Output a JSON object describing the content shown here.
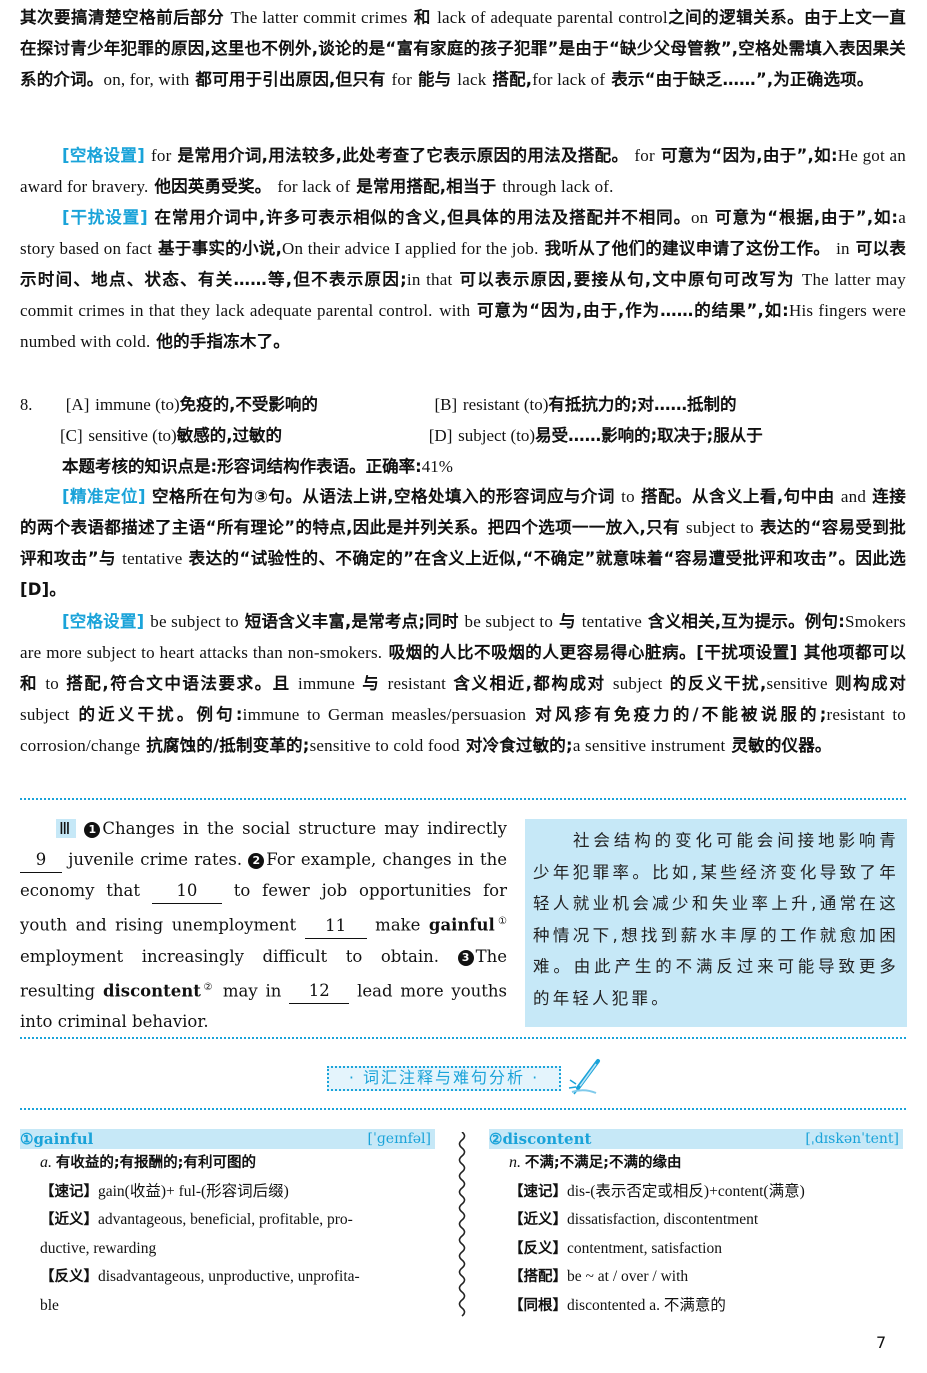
{
  "intro_paragraph": {
    "s1_zh": "其次要搞清楚空格前后部分",
    "s1_en1": "The latter commit crimes",
    "s1_zh2": "和",
    "s1_en2": "lack of adequate parental control",
    "s1_zh3": "之间的逻辑关系。由于上文一直在探讨青少年犯罪的原因,这里也不例外,谈论的是“富有家庭的孩子犯罪”是由于“缺少父母管教”,空格处需填入表因果关系的介词。",
    "s1_en3": "on, for, with",
    "s1_zh4": "都可用于引出原因,但只有",
    "s1_en4": "for",
    "s1_zh5": "能与",
    "s1_en5": "lack",
    "s1_zh6": "搭配,",
    "s1_en6": "for lack of",
    "s1_zh7": "表示“由于缺乏……”,为正确选项。"
  },
  "q7_blank_setting": {
    "tag": "[空格设置]",
    "p1_en": "for",
    "p1_zh": "是常用介词,用法较多,此处考查了它表示原因的用法及搭配。",
    "p2_en": "for",
    "p2_zh": "可意为“因为,由于”,如:",
    "p3_en": "He got an award for bravery.",
    "p3_zh": "他因英勇受奖。",
    "p4_en": "for lack of",
    "p4_zh": "是常用搭配,相当于",
    "p5_en": "through lack of."
  },
  "q7_distractor_setting": {
    "tag": "[干扰设置]",
    "a_zh": "在常用介词中,许多可表示相似的含义,但具体的用法及搭配并不相同。",
    "b_en": "on",
    "b_zh": "可意为“根据,由于”,如:",
    "c_en": "a story based on fact",
    "c_zh": "基于事实的小说,",
    "d_en": "On their advice I applied for the job.",
    "d_zh": "我听从了他们的建议申请了这份工作。",
    "e_en": "in",
    "e_zh": "可以表示时间、地点、状态、有关……等,但不表示原因;",
    "f_en": "in that",
    "f_zh": "可以表示原因,要接从句,文中原句可改写为",
    "g_en": "The latter may commit crimes in that they lack adequate parental control.",
    "h_en": "with",
    "h_zh": "可意为“因为,由于,作为……的结果”,如:",
    "i_en": "His fingers were numbed with cold.",
    "i_zh": "他的手指冻木了。"
  },
  "question8": {
    "number": "8.",
    "options": [
      {
        "label": "[A]",
        "word": "immune (to)",
        "meaning": "免疫的,不受影响的"
      },
      {
        "label": "[B]",
        "word": "resistant (to)",
        "meaning": "有抵抗力的;对……抵制的"
      },
      {
        "label": "[C]",
        "word": "sensitive (to)",
        "meaning": "敏感的,过敏的"
      },
      {
        "label": "[D]",
        "word": "subject (to)",
        "meaning": "易受……影响的;取决于;服从于"
      }
    ],
    "knowledge_point": "本题考核的知识点是:形容词结构作表语。正确率:",
    "accuracy": "41%"
  },
  "q8_locate": {
    "tag": "[精准定位]",
    "a_zh": "空格所在句为③句。从语法上讲,空格处填入的形容词应与介词",
    "b_en": "to",
    "c_zh": "搭配。从含义上看,句中由",
    "d_en": "and",
    "e_zh": "连接的两个表语都描述了主语“所有理论”的特点,因此是并列关系。把四个选项一一放入,只有",
    "f_en": "subject to",
    "g_zh": "表达的“容易受到批评和攻击”与",
    "h_en": "tentative",
    "i_zh": "表达的“试验性的、不确定的”在含义上近似,“不确定”就意味着“容易遭受批评和攻击”。因此选[D]。"
  },
  "q8_blank_setting": {
    "tag": "[空格设置]",
    "a_en": "be subject to",
    "b_zh": "短语含义丰富,是常考点;同时",
    "c_en": "be subject to",
    "d_zh": "与",
    "e_en": "tentative",
    "f_zh": "含义相关,互为提示。例句:",
    "g_en": "Smokers are more subject to heart attacks than non-smokers.",
    "h_zh": "吸烟的人比不吸烟的人更容易得心脏病。[干扰项设置] 其他项都可以和",
    "i_en": "to",
    "j_zh": "搭配,符合文中语法要求。且",
    "k_en": "immune",
    "l_zh": "与",
    "m_en": "resistant",
    "n_zh": "含义相近,都构成对",
    "o_en": "subject",
    "p_zh": "的反义干扰,",
    "q_en": "sensitive",
    "r_zh": "则构成对",
    "s_en": "subject",
    "t_zh": "的近义干扰。例句:",
    "u_en": "immune to German measles/persuasion",
    "v_zh": "对风疹有免疫力的/不能被说服的;",
    "w_en": "resistant to corrosion/change",
    "x_zh": "抗腐蚀的/抵制变革的;",
    "y_en": "sensitive to cold food",
    "z_zh": "对冷食过敏的;",
    "aa_en": "a sensitive instrument",
    "ab_zh": "灵敏的仪器。"
  },
  "passage": {
    "section_label": "Ⅲ",
    "s1_num": "1",
    "s1_a": "Changes in the social structure may indirectly",
    "blank9": "9",
    "s1_b": "juvenile crime rates.",
    "s2_num": "2",
    "s2_a": "For example, changes in the economy that",
    "blank10": "10",
    "s2_b": "to fewer job opportunities for youth and rising unemployment",
    "blank11": "11",
    "s2_c": "make",
    "s2_bold": "gainful",
    "s2_sup": "①",
    "s2_d": "employment increasingly difficult to obtain.",
    "s3_num": "3",
    "s3_a": "The resulting",
    "s3_bold": "discontent",
    "s3_sup": "②",
    "s3_b": "may in",
    "blank12": "12",
    "s3_c": "lead more youths into criminal behavior."
  },
  "translation": "社会结构的变化可能会间接地影响青少年犯罪率。比如,某些经济变化导致了年轻人就业机会减少和失业率上升,通常在这种情况下,想找到薪水丰厚的工作就愈加困难。由此产生的不满反过来可能导致更多的年轻人犯罪。",
  "section_title": "· 词汇注释与难句分析 ·",
  "vocab": [
    {
      "headword": "①gainful",
      "ipa": "[ˈɡeɪnfəl]",
      "lines": [
        {
          "pos": "a.",
          "zh": "有收益的;有报酬的;有利可图的"
        },
        {
          "tag": "【速记】",
          "text": "gain(收益)+ ful-(形容词后缀)"
        },
        {
          "tag": "【近义】",
          "text": "advantageous, beneficial, profitable, pro-"
        },
        {
          "text": "ductive, rewarding"
        },
        {
          "tag": "【反义】",
          "text": "disadvantageous, unproductive, unprofita-"
        },
        {
          "text": "ble"
        }
      ]
    },
    {
      "headword": "②discontent",
      "ipa": "[ˌdɪskənˈtent]",
      "lines": [
        {
          "pos": "n.",
          "zh": "不满;不满足;不满的缘由"
        },
        {
          "tag": "【速记】",
          "text": "dis-(表示否定或相反)+content(满意)"
        },
        {
          "tag": "【近义】",
          "text": "dissatisfaction, discontentment"
        },
        {
          "tag": "【反义】",
          "text": "contentment, satisfaction"
        },
        {
          "tag": "【搭配】",
          "text": "be ~ at / over / with"
        },
        {
          "tag": "【同根】",
          "text": "discontented a. 不满意的"
        }
      ]
    }
  ],
  "page_number": "7",
  "colors": {
    "accent": "#1aa3d9",
    "highlight_bg": "#c6e8f7",
    "text": "#111111"
  }
}
